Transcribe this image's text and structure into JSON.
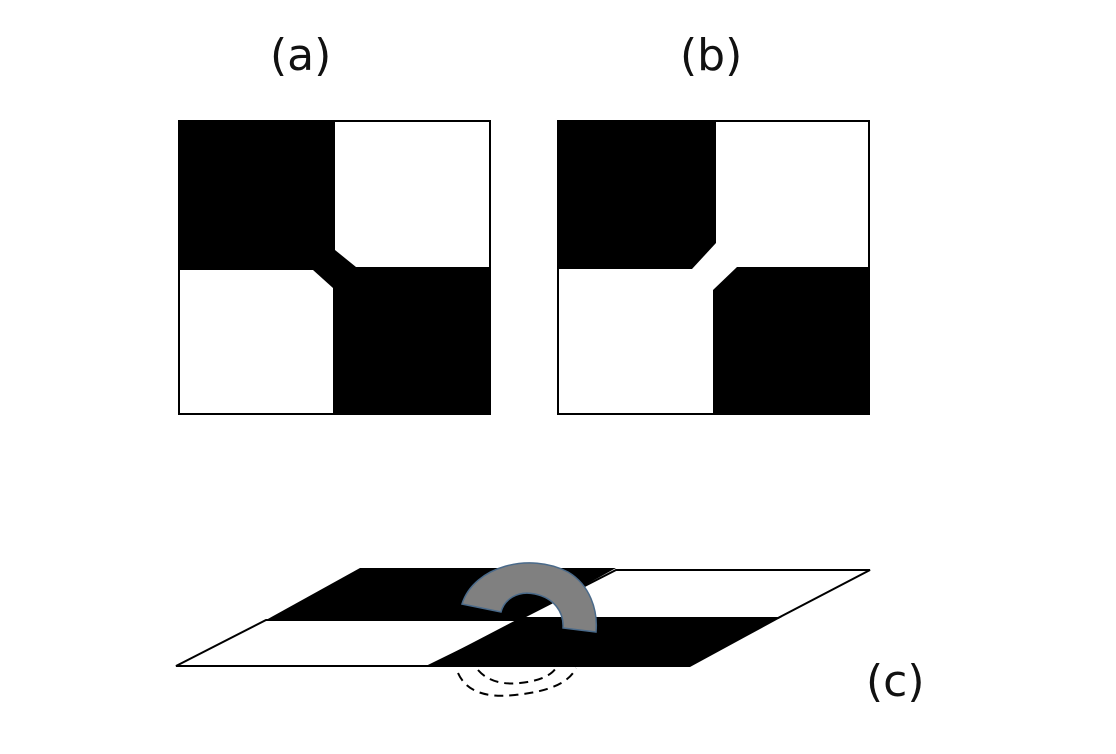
{
  "panels": {
    "a": {
      "label": "(a)"
    },
    "b": {
      "label": "(b)"
    },
    "c": {
      "label": "(c)"
    }
  },
  "colors": {
    "dark": "#000000",
    "light": "#ffffff",
    "bridge": "#808080",
    "bridge_outline": "#4a6a8a"
  }
}
